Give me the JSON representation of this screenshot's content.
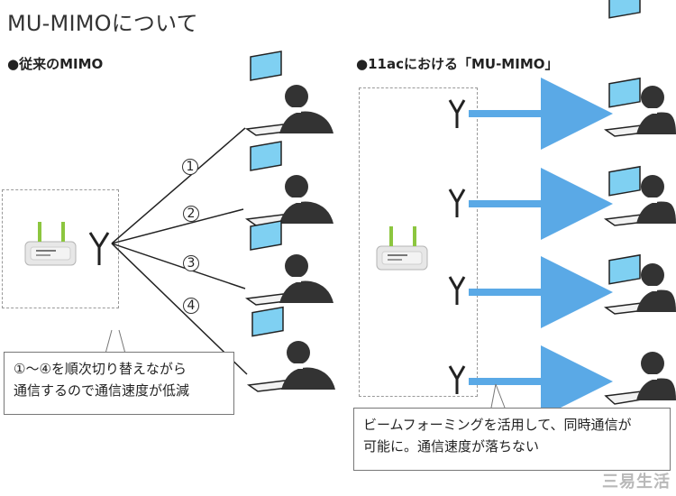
{
  "title": "MU-MIMOについて",
  "left_section": {
    "heading": "●従来のMIMO",
    "numbers": [
      "1",
      "2",
      "3",
      "4"
    ],
    "caption_line1": "①～④を順次切り替えながら",
    "caption_line2": "通信するので通信速度が低減"
  },
  "right_section": {
    "heading": "●11acにおける「MU-MIMO」",
    "caption_line1": "ビームフォーミングを活用して、同時通信が",
    "caption_line2": "可能に。通信速度が落ちない"
  },
  "colors": {
    "arrow": "#5aa9e6",
    "screen": "#7fd0f2",
    "line": "#222222",
    "box_border": "#999999",
    "person": "#333333",
    "router": "#e7e7e7",
    "router_antenna": "#8cc63f"
  },
  "icons": {
    "router": "router-icon",
    "antenna": "antenna-icon",
    "laptop": "laptop-icon",
    "user": "user-icon"
  },
  "watermark": "三易生活"
}
